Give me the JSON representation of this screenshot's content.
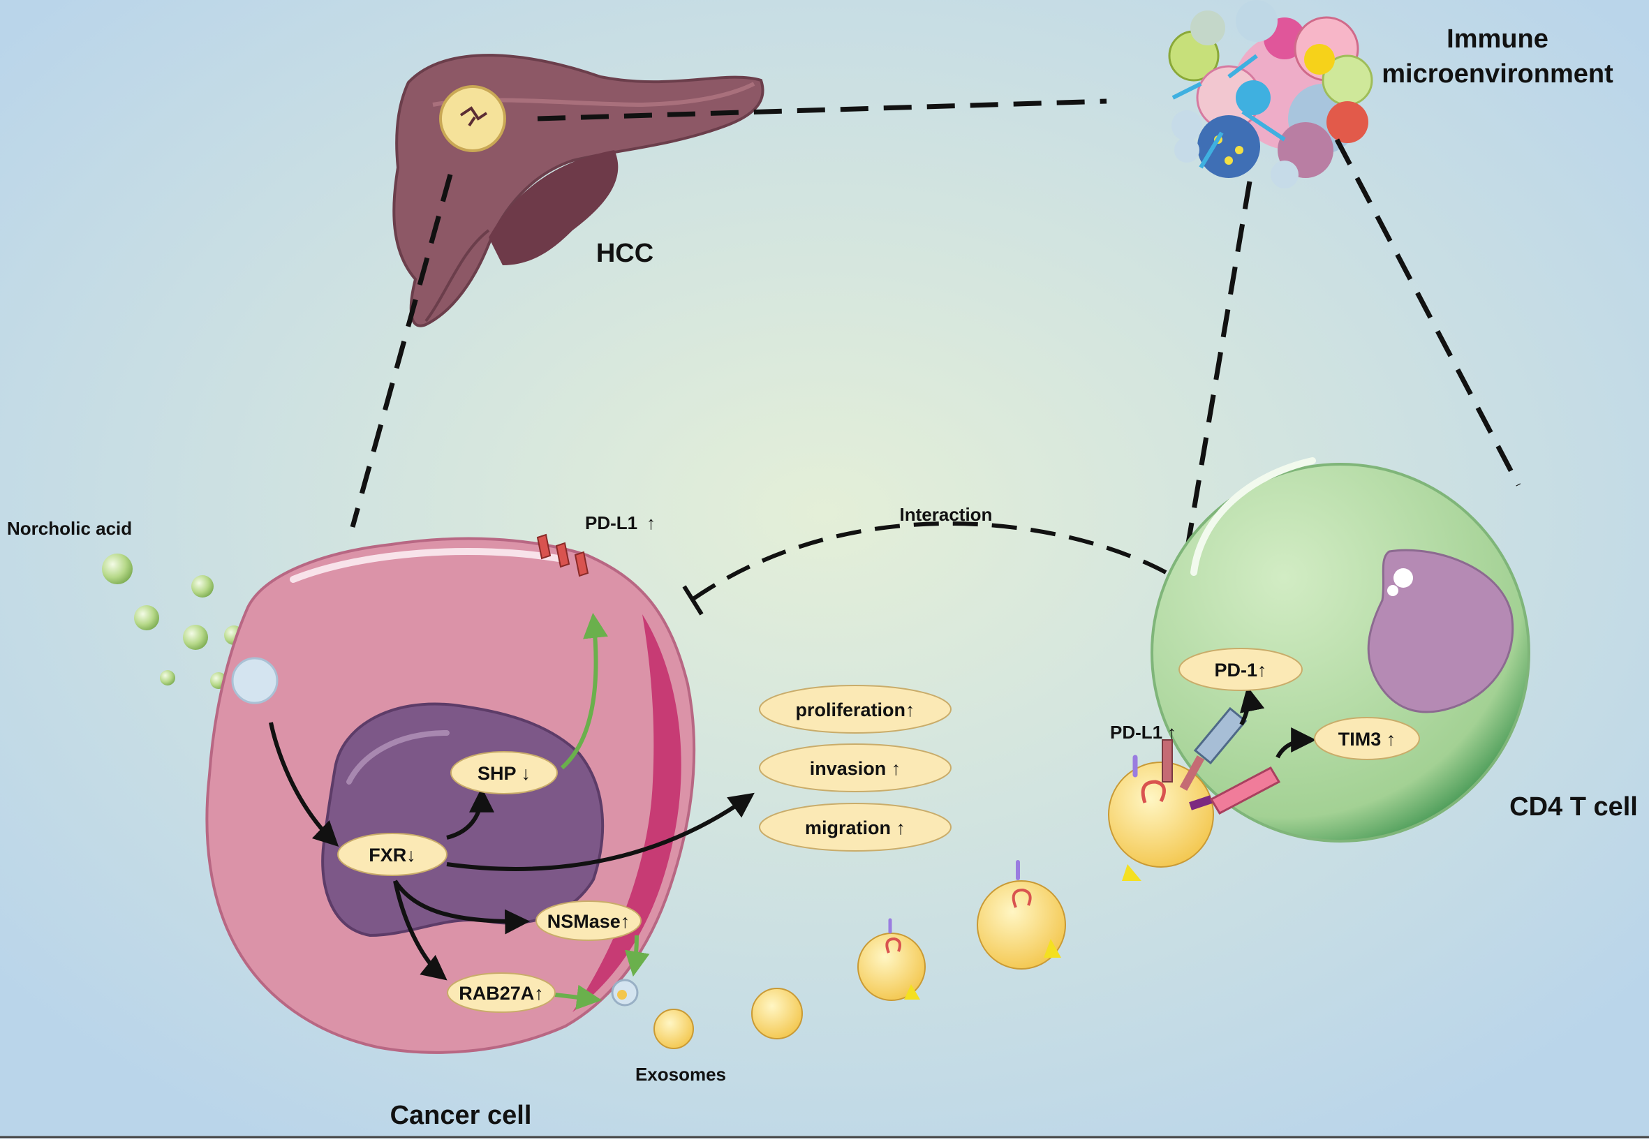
{
  "labels": {
    "hcc": "HCC",
    "immune_line1": "Immune",
    "immune_line2": "microenvironment",
    "cancer_cell": "Cancer cell",
    "cd4": "CD4 T cell",
    "norcholic": "Norcholic acid",
    "exosomes": "Exosomes",
    "interaction": "Interaction",
    "pdl1_top": "PD-L1",
    "pdl1_right": "PD-L1"
  },
  "pills": {
    "fxr": "FXR",
    "shp": "SHP",
    "nsmase": "NSMase",
    "rab27a": "RAB27A",
    "proliferation": "proliferation",
    "invasion": "invasion",
    "migration": "migration",
    "pd1": "PD-1",
    "tim3": "TIM3"
  },
  "colors": {
    "background_center": "#e2eed9",
    "background_edge": "#bcd6ea",
    "cancer_cell": "#d98fa4",
    "nucleus": "#7a5585",
    "tcell": "#a9d59b",
    "pill": "#fbe9b5",
    "arrow_green": "#6ab04c",
    "liver": "#8a5560"
  }
}
